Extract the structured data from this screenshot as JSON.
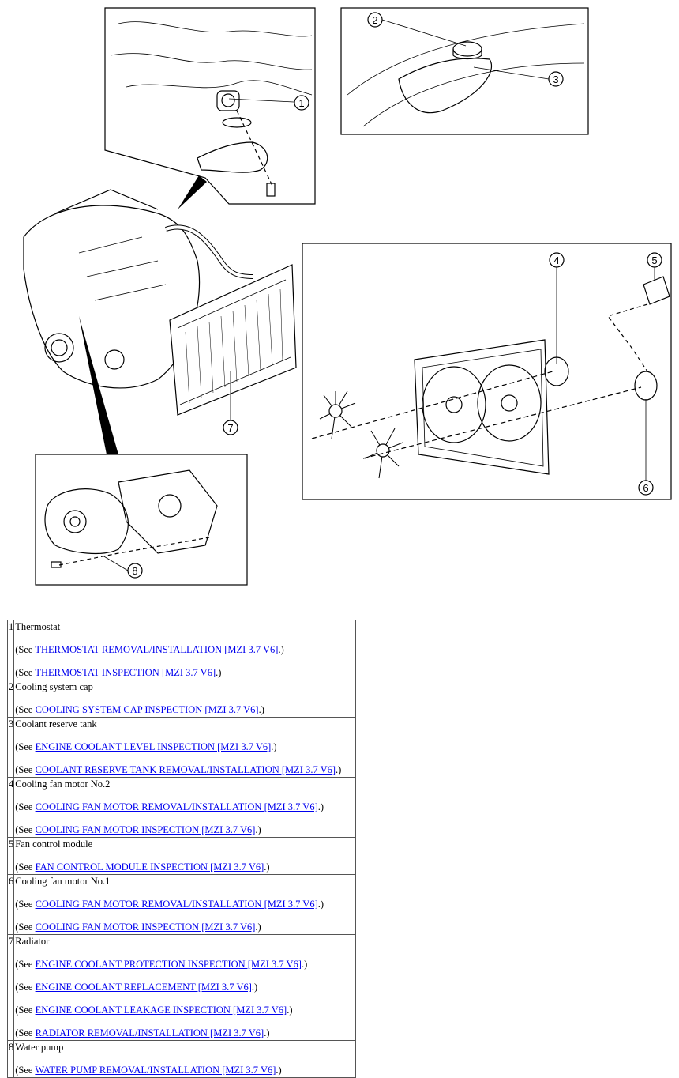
{
  "callouts": [
    "1",
    "2",
    "3",
    "4",
    "5",
    "6",
    "7",
    "8"
  ],
  "parts": [
    {
      "num": "1",
      "name": "Thermostat",
      "refs": [
        {
          "prefix": "(See ",
          "link": "THERMOSTAT REMOVAL/INSTALLATION [MZI 3.7 V6]",
          "suffix": ".)"
        },
        {
          "prefix": "(See ",
          "link": "THERMOSTAT INSPECTION [MZI 3.7 V6]",
          "suffix": ".)"
        }
      ]
    },
    {
      "num": "2",
      "name": "Cooling system cap",
      "refs": [
        {
          "prefix": "(See ",
          "link": "COOLING SYSTEM CAP INSPECTION [MZI 3.7 V6]",
          "suffix": ".)"
        }
      ]
    },
    {
      "num": "3",
      "name": "Coolant reserve tank",
      "refs": [
        {
          "prefix": "(See ",
          "link": "ENGINE COOLANT LEVEL INSPECTION [MZI 3.7 V6]",
          "suffix": ".)"
        },
        {
          "prefix": "(See ",
          "link": "COOLANT RESERVE TANK REMOVAL/INSTALLATION [MZI 3.7 V6]",
          "suffix": ".)"
        }
      ]
    },
    {
      "num": "4",
      "name": "Cooling fan motor No.2",
      "refs": [
        {
          "prefix": "(See ",
          "link": "COOLING FAN MOTOR REMOVAL/INSTALLATION [MZI 3.7 V6]",
          "suffix": ".)"
        },
        {
          "prefix": "(See ",
          "link": "COOLING FAN MOTOR INSPECTION [MZI 3.7 V6]",
          "suffix": ".)"
        }
      ]
    },
    {
      "num": "5",
      "name": "Fan control module",
      "refs": [
        {
          "prefix": "(See ",
          "link": "FAN CONTROL MODULE INSPECTION [MZI 3.7 V6]",
          "suffix": ".)"
        }
      ]
    },
    {
      "num": "6",
      "name": "Cooling fan motor No.1",
      "refs": [
        {
          "prefix": "(See ",
          "link": "COOLING FAN MOTOR REMOVAL/INSTALLATION [MZI 3.7 V6]",
          "suffix": ".)"
        },
        {
          "prefix": "(See ",
          "link": "COOLING FAN MOTOR INSPECTION [MZI 3.7 V6]",
          "suffix": ".)"
        }
      ]
    },
    {
      "num": "7",
      "name": "Radiator",
      "refs": [
        {
          "prefix": "(See ",
          "link": "ENGINE COOLANT PROTECTION INSPECTION [MZI 3.7 V6]",
          "suffix": ".)"
        },
        {
          "prefix": "(See ",
          "link": "ENGINE COOLANT REPLACEMENT [MZI 3.7 V6]",
          "suffix": ".)"
        },
        {
          "prefix": "(See ",
          "link": "ENGINE COOLANT LEAKAGE INSPECTION [MZI 3.7 V6]",
          "suffix": ".)"
        },
        {
          "prefix": "(See ",
          "link": "RADIATOR REMOVAL/INSTALLATION [MZI 3.7 V6]",
          "suffix": ".)"
        }
      ]
    },
    {
      "num": "8",
      "name": "Water pump",
      "refs": [
        {
          "prefix": "(See ",
          "link": "WATER PUMP REMOVAL/INSTALLATION [MZI 3.7 V6]",
          "suffix": ".)"
        }
      ]
    }
  ]
}
